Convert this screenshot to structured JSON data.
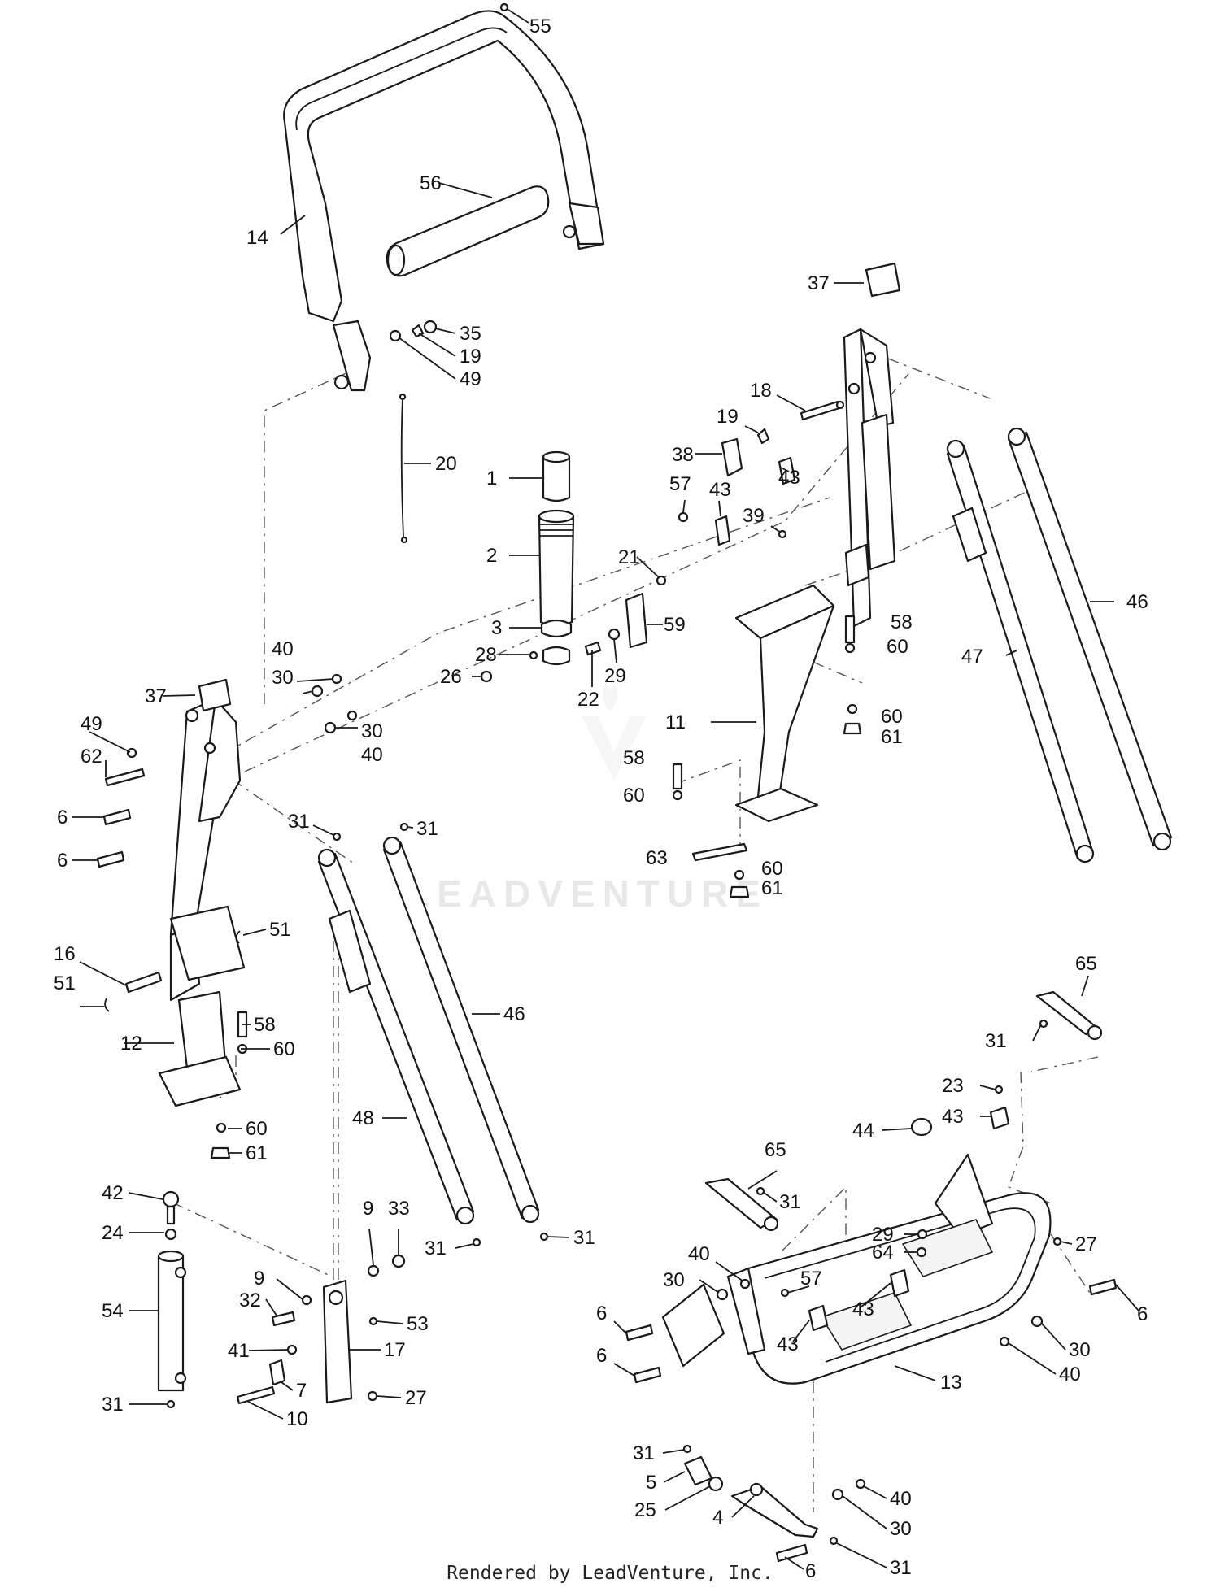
{
  "footer": "Rendered by LeadVenture, Inc.",
  "watermark": "LEADVENTURE",
  "callouts": [
    {
      "id": "c55a",
      "text": "55"
    },
    {
      "id": "c56",
      "text": "56"
    },
    {
      "id": "c14",
      "text": "14"
    },
    {
      "id": "c35",
      "text": "35"
    },
    {
      "id": "c19a",
      "text": "19"
    },
    {
      "id": "c49a",
      "text": "49"
    },
    {
      "id": "c20",
      "text": "20"
    },
    {
      "id": "c1",
      "text": "1"
    },
    {
      "id": "c2",
      "text": "2"
    },
    {
      "id": "c3",
      "text": "3"
    },
    {
      "id": "c21",
      "text": "21"
    },
    {
      "id": "c59",
      "text": "59"
    },
    {
      "id": "c28",
      "text": "28"
    },
    {
      "id": "c26",
      "text": "26"
    },
    {
      "id": "c22",
      "text": "22"
    },
    {
      "id": "c29a",
      "text": "29"
    },
    {
      "id": "c37a",
      "text": "37"
    },
    {
      "id": "c18",
      "text": "18"
    },
    {
      "id": "c19b",
      "text": "19"
    },
    {
      "id": "c38",
      "text": "38"
    },
    {
      "id": "c57a",
      "text": "57"
    },
    {
      "id": "c43a",
      "text": "43"
    },
    {
      "id": "c43b",
      "text": "43"
    },
    {
      "id": "c39",
      "text": "39"
    },
    {
      "id": "c58a",
      "text": "58"
    },
    {
      "id": "c60a",
      "text": "60"
    },
    {
      "id": "c46a",
      "text": "46"
    },
    {
      "id": "c47",
      "text": "47"
    },
    {
      "id": "c60b",
      "text": "60"
    },
    {
      "id": "c61a",
      "text": "61"
    },
    {
      "id": "c11",
      "text": "11"
    },
    {
      "id": "c58b",
      "text": "58"
    },
    {
      "id": "c60c",
      "text": "60"
    },
    {
      "id": "c63",
      "text": "63"
    },
    {
      "id": "c60d",
      "text": "60"
    },
    {
      "id": "c61b",
      "text": "61"
    },
    {
      "id": "c40a",
      "text": "40"
    },
    {
      "id": "c30a",
      "text": "30"
    },
    {
      "id": "c37b",
      "text": "37"
    },
    {
      "id": "c49b",
      "text": "49"
    },
    {
      "id": "c30b",
      "text": "30"
    },
    {
      "id": "c40b",
      "text": "40"
    },
    {
      "id": "c62",
      "text": "62"
    },
    {
      "id": "c6a",
      "text": "6"
    },
    {
      "id": "c6b",
      "text": "6"
    },
    {
      "id": "c31a",
      "text": "31"
    },
    {
      "id": "c31b",
      "text": "31"
    },
    {
      "id": "c51a",
      "text": "51"
    },
    {
      "id": "c16",
      "text": "16"
    },
    {
      "id": "c51b",
      "text": "51"
    },
    {
      "id": "c46b",
      "text": "46"
    },
    {
      "id": "c58c",
      "text": "58"
    },
    {
      "id": "c12",
      "text": "12"
    },
    {
      "id": "c60e",
      "text": "60"
    },
    {
      "id": "c48",
      "text": "48"
    },
    {
      "id": "c60f",
      "text": "60"
    },
    {
      "id": "c61c",
      "text": "61"
    },
    {
      "id": "c42",
      "text": "42"
    },
    {
      "id": "c9a",
      "text": "9"
    },
    {
      "id": "c33",
      "text": "33"
    },
    {
      "id": "c24",
      "text": "24"
    },
    {
      "id": "c31c",
      "text": "31"
    },
    {
      "id": "c31d",
      "text": "31"
    },
    {
      "id": "c9b",
      "text": "9"
    },
    {
      "id": "c32",
      "text": "32"
    },
    {
      "id": "c53",
      "text": "53"
    },
    {
      "id": "c54",
      "text": "54"
    },
    {
      "id": "c41",
      "text": "41"
    },
    {
      "id": "c17",
      "text": "17"
    },
    {
      "id": "c7",
      "text": "7"
    },
    {
      "id": "c27a",
      "text": "27"
    },
    {
      "id": "c31e",
      "text": "31"
    },
    {
      "id": "c10",
      "text": "10"
    },
    {
      "id": "c65a",
      "text": "65"
    },
    {
      "id": "c31f",
      "text": "31"
    },
    {
      "id": "c23",
      "text": "23"
    },
    {
      "id": "c43c",
      "text": "43"
    },
    {
      "id": "c44",
      "text": "44"
    },
    {
      "id": "c65b",
      "text": "65"
    },
    {
      "id": "c31g",
      "text": "31"
    },
    {
      "id": "c29b",
      "text": "29"
    },
    {
      "id": "c27b",
      "text": "27"
    },
    {
      "id": "c64",
      "text": "64"
    },
    {
      "id": "c40c",
      "text": "40"
    },
    {
      "id": "c30c",
      "text": "30"
    },
    {
      "id": "c57b",
      "text": "57"
    },
    {
      "id": "c43d",
      "text": "43"
    },
    {
      "id": "c6c",
      "text": "6"
    },
    {
      "id": "c6d",
      "text": "6"
    },
    {
      "id": "c43e",
      "text": "43"
    },
    {
      "id": "c6e",
      "text": "6"
    },
    {
      "id": "c30d",
      "text": "30"
    },
    {
      "id": "c13",
      "text": "13"
    },
    {
      "id": "c40d",
      "text": "40"
    },
    {
      "id": "c31h",
      "text": "31"
    },
    {
      "id": "c5",
      "text": "5"
    },
    {
      "id": "c25",
      "text": "25"
    },
    {
      "id": "c40e",
      "text": "40"
    },
    {
      "id": "c4",
      "text": "4"
    },
    {
      "id": "c30e",
      "text": "30"
    },
    {
      "id": "c6f",
      "text": "6"
    },
    {
      "id": "c31i",
      "text": "31"
    }
  ]
}
